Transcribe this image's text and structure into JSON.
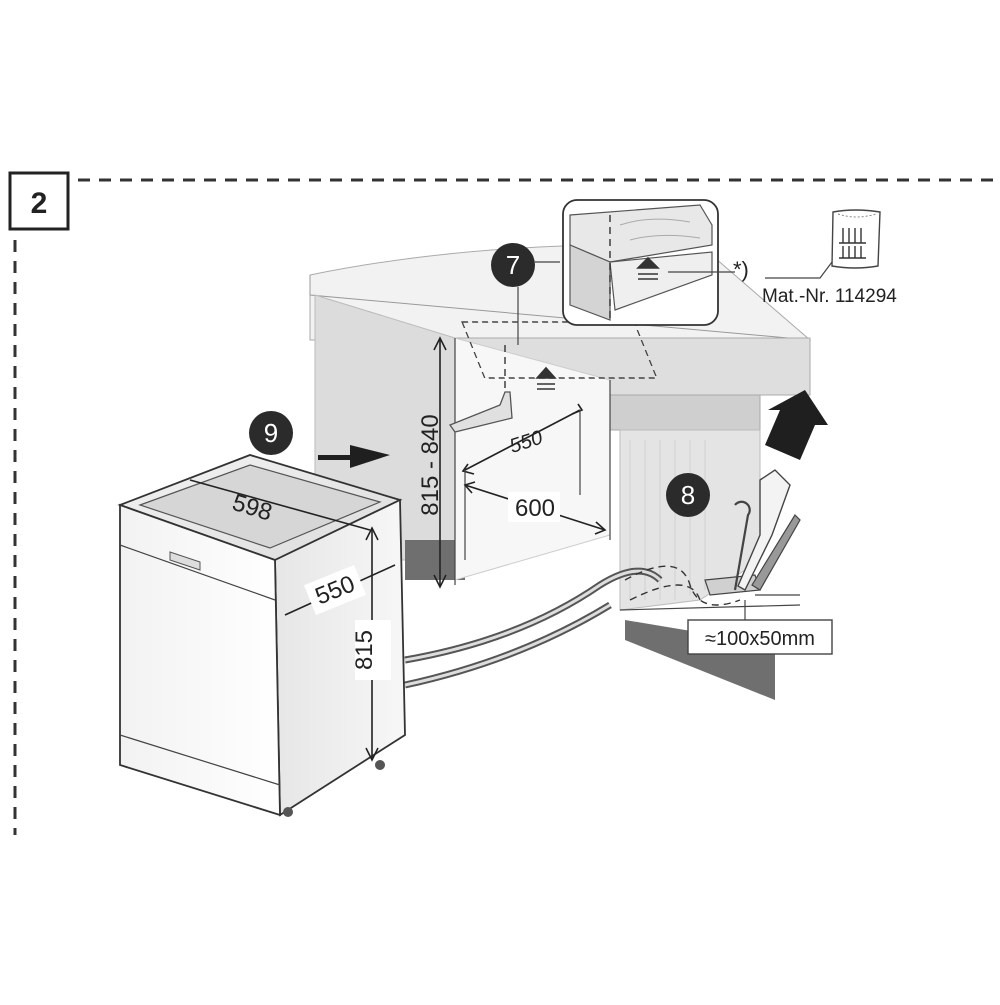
{
  "step": {
    "number": "2"
  },
  "callouts": {
    "c7": "7",
    "c8": "8",
    "c9": "9"
  },
  "dimensions": {
    "height_range": "815 - 840",
    "cabinet_depth": "550",
    "niche_width": "600",
    "appliance_width": "598",
    "appliance_depth": "550",
    "appliance_height": "815",
    "hole_size": "≈100x50mm"
  },
  "accessory": {
    "asterisk": "*)",
    "material_number": "Mat.-Nr. 114294"
  },
  "colors": {
    "line": "#333333",
    "panel_gray": "#d9d9d9",
    "light_gray": "#ececec",
    "dark_gray": "#8c8c8c",
    "arrow": "#1f1f1f"
  }
}
